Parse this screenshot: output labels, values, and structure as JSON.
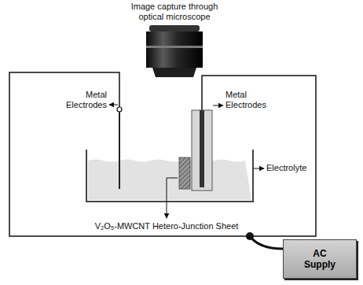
{
  "diagram": {
    "nodes": [
      {
        "text": [
          "AC Supply"
        ]
      }
    ],
    "labels": [
      "Image capture through optical microscope",
      "Metal Electrodes",
      "Metal Electrodes",
      "Electrolyte",
      "V₂O₅-MWCNT Hetero-Junction Sheet"
    ]
  }
}
